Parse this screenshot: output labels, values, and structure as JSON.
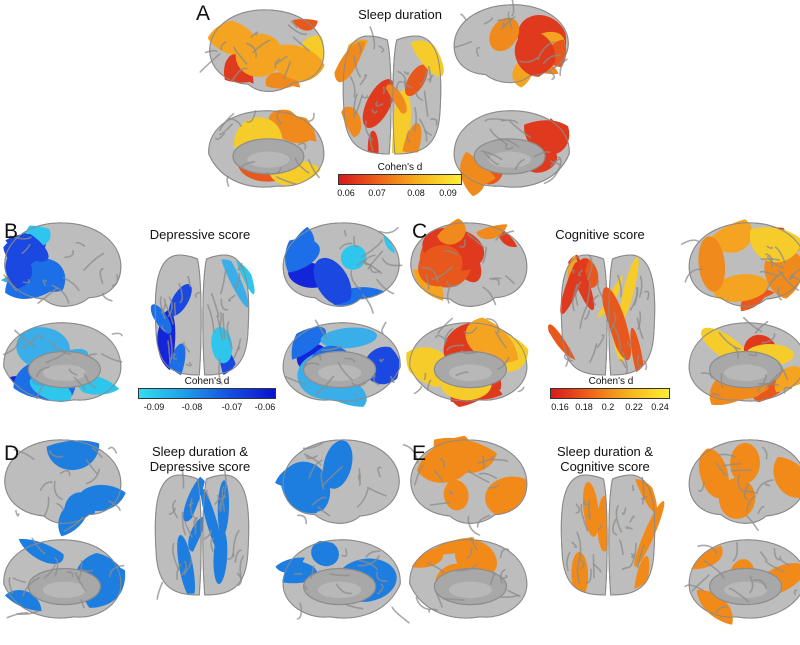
{
  "panels": {
    "A": {
      "letter": "A",
      "title_lines": [
        "Sleep duration"
      ],
      "colormap": "red-yellow",
      "colorbar": {
        "title": "Cohen's d",
        "ticks": [
          "0.06",
          "0.07",
          "0.08",
          "0.09"
        ],
        "colors": [
          "#d7191c",
          "#f06418",
          "#f6b51c",
          "#ffee33"
        ]
      }
    },
    "B": {
      "letter": "B",
      "title_lines": [
        "Depressive score"
      ],
      "colormap": "cyan-blue",
      "colorbar": {
        "title": "Cohen's d",
        "ticks": [
          "-0.09",
          "-0.08",
          "-0.07",
          "-0.06"
        ],
        "colors": [
          "#33ddf0",
          "#1e9ee8",
          "#1650e0",
          "#0a10d0"
        ]
      }
    },
    "C": {
      "letter": "C",
      "title_lines": [
        "Cognitive score"
      ],
      "colormap": "red-yellow",
      "colorbar": {
        "title": "Cohen's d",
        "ticks": [
          "0.16",
          "0.18",
          "0.2",
          "0.22",
          "0.24"
        ],
        "colors": [
          "#d7191c",
          "#f06418",
          "#f6b51c",
          "#ffee33"
        ]
      }
    },
    "D": {
      "letter": "D",
      "title_lines": [
        "Sleep duration &",
        "Depressive score"
      ],
      "colormap": "single-blue",
      "colorbar": null
    },
    "E": {
      "letter": "E",
      "title_lines": [
        "Sleep duration &",
        "Cognitive score"
      ],
      "colormap": "single-orange",
      "colorbar": null
    }
  },
  "colors": {
    "cortex_gray": "#a8a8a8",
    "gyri_gray": "#bdbdbd",
    "red": "#e03a1e",
    "orange": "#f08a1c",
    "yellow": "#f6cc2a",
    "light_blue": "#3aaee8",
    "mid_blue": "#1c6fe6",
    "dark_blue": "#1424d8",
    "single_blue": "#1e7ee0",
    "single_orange": "#f28a1a"
  }
}
